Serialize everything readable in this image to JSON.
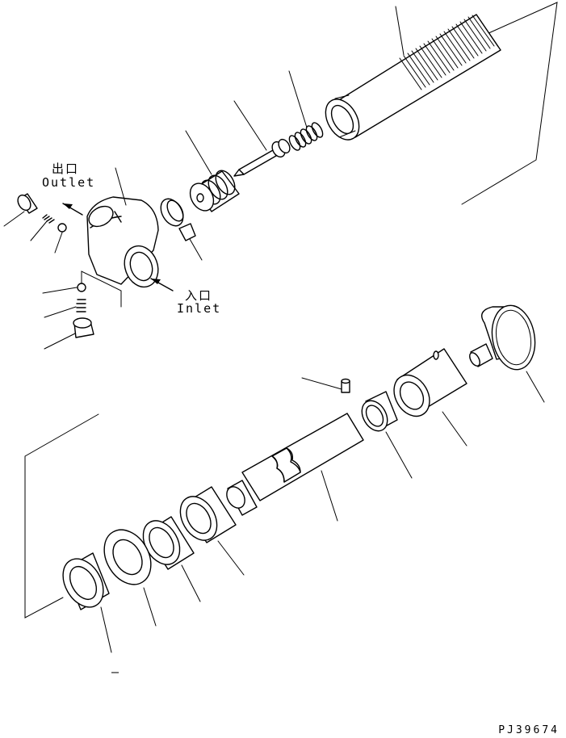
{
  "labels": {
    "outlet_jp": "出口",
    "outlet_en": "Outlet",
    "inlet_jp": "入口",
    "inlet_en": "Inlet",
    "dash": "–"
  },
  "drawing_code": "PJ39674",
  "icons": [
    "arrow-outlet-icon",
    "arrow-inlet-icon"
  ]
}
